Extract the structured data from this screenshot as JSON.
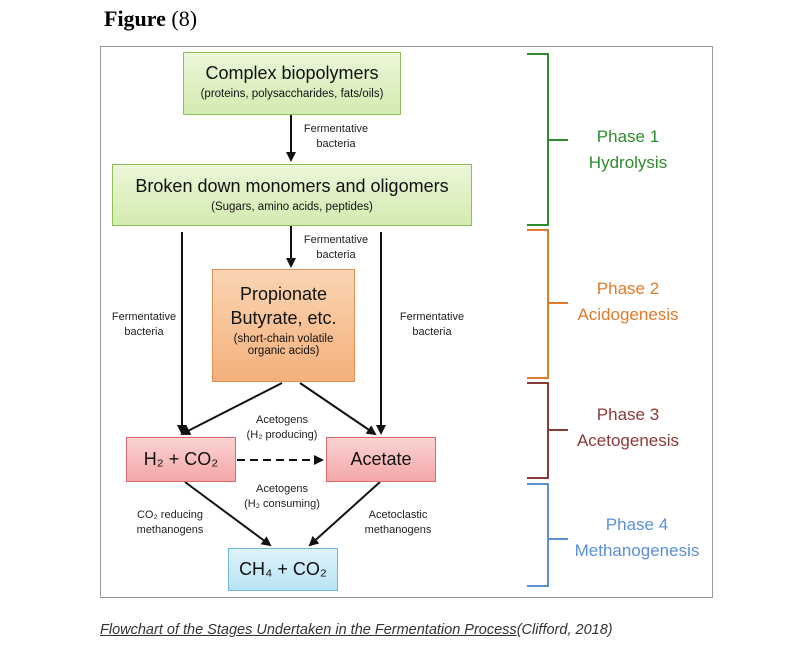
{
  "heading": {
    "label": "Figure",
    "number": "(8)"
  },
  "boxes": {
    "biopolymers": {
      "title": "Complex biopolymers",
      "subtitle": "(proteins, polysaccharides, fats/oils)"
    },
    "monomers": {
      "title": "Broken down monomers and oligomers",
      "subtitle": "(Sugars, amino acids, peptides)"
    },
    "acids": {
      "line1": "Propionate",
      "line2": "Butyrate, etc.",
      "sub1": "(short-chain volatile",
      "sub2": "organic acids)"
    },
    "h2co2": {
      "title": "H₂ + CO₂"
    },
    "acetate": {
      "title": "Acetate"
    },
    "ch4co2": {
      "title": "CH₄ + CO₂"
    }
  },
  "labels": {
    "ferm1": [
      "Fermentative",
      "bacteria"
    ],
    "ferm2": [
      "Fermentative",
      "bacteria"
    ],
    "ferm_left": [
      "Fermentative",
      "bacteria"
    ],
    "ferm_right": [
      "Fermentative",
      "bacteria"
    ],
    "acetogens_producing": [
      "Acetogens",
      "(H₂ producing)"
    ],
    "acetogens_consuming": [
      "Acetogens",
      "(H₂ consuming)"
    ],
    "co2_reducing": [
      "CO₂ reducing",
      "methanogens"
    ],
    "acetoclastic": [
      "Acetoclastic",
      "methanogens"
    ]
  },
  "phases": [
    {
      "name": "Phase 1",
      "stage": "Hydrolysis",
      "color": "#2e8b2e"
    },
    {
      "name": "Phase 2",
      "stage": "Acidogenesis",
      "color": "#e07b2a"
    },
    {
      "name": "Phase 3",
      "stage": "Acetogenesis",
      "color": "#8b3a3a"
    },
    {
      "name": "Phase 4",
      "stage": "Methanogenesis",
      "color": "#5b8fd6"
    }
  ],
  "caption": {
    "text": "Flowchart of the Stages Undertaken in the Fermentation Process",
    "cite": " (Clifford, 2018)"
  }
}
